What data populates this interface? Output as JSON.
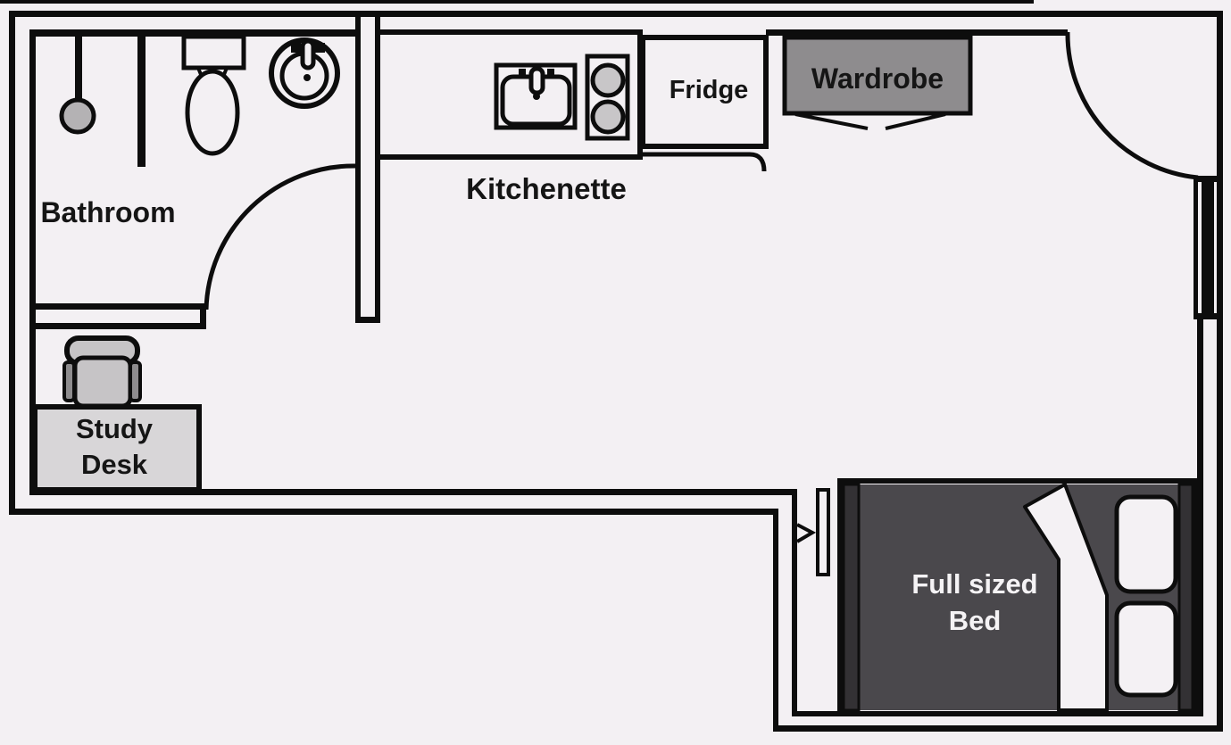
{
  "diagram": {
    "type": "floor-plan",
    "title": "Studio apartment floor plan"
  },
  "labels": {
    "bathroom": "Bathroom",
    "kitchenette": "Kitchenette",
    "fridge": "Fridge",
    "wardrobe": "Wardrobe",
    "desk_line1": "Study",
    "desk_line2": "Desk",
    "bed_line1": "Full sized",
    "bed_line2": "Bed"
  },
  "rooms": [
    {
      "id": "bathroom",
      "label": "Bathroom"
    },
    {
      "id": "kitchenette",
      "label": "Kitchenette"
    },
    {
      "id": "main-room",
      "label": ""
    },
    {
      "id": "sleeping-nook",
      "label": ""
    }
  ],
  "fixtures": [
    {
      "id": "shower-head",
      "room": "bathroom",
      "labeled": false
    },
    {
      "id": "shower-partition",
      "room": "bathroom",
      "labeled": false
    },
    {
      "id": "toilet",
      "room": "bathroom",
      "labeled": false
    },
    {
      "id": "round-basin-sink",
      "room": "bathroom",
      "labeled": false
    },
    {
      "id": "bathroom-door-swing",
      "room": "bathroom",
      "labeled": false
    },
    {
      "id": "kitchen-counter",
      "room": "kitchenette",
      "labeled": false
    },
    {
      "id": "kitchen-sink",
      "room": "kitchenette",
      "labeled": false
    },
    {
      "id": "two-burner-stove",
      "room": "kitchenette",
      "labeled": false
    },
    {
      "id": "fridge",
      "room": "kitchenette",
      "labeled": true
    },
    {
      "id": "wardrobe",
      "room": "main-room",
      "labeled": true
    },
    {
      "id": "desk-chair",
      "room": "main-room",
      "labeled": false
    },
    {
      "id": "study-desk",
      "room": "main-room",
      "labeled": true
    },
    {
      "id": "entry-door-swing",
      "room": "main-room",
      "labeled": false
    },
    {
      "id": "window",
      "room": "main-room",
      "labeled": false
    },
    {
      "id": "sliding-door",
      "room": "sleeping-nook",
      "labeled": false
    },
    {
      "id": "full-sized-bed",
      "room": "sleeping-nook",
      "labeled": true
    },
    {
      "id": "pillows",
      "room": "sleeping-nook",
      "count": 2,
      "labeled": false
    }
  ],
  "colors": {
    "background": "#f3f0f3",
    "wall": "#0d0d0d",
    "wardrobe_fill": "#8e8c8e",
    "desk_fill": "#d8d6d8",
    "chair_fill": "#c6c4c6",
    "armrest_fill": "#8e8c8e",
    "burner_fill": "#c8c6c8",
    "shower_head_fill": "#b4b2b4",
    "bed_fill": "#4a484c",
    "bed_frame_fill": "#333134",
    "pillow_fill": "#f4f1f4",
    "bed_text": "#f5f3f5"
  }
}
